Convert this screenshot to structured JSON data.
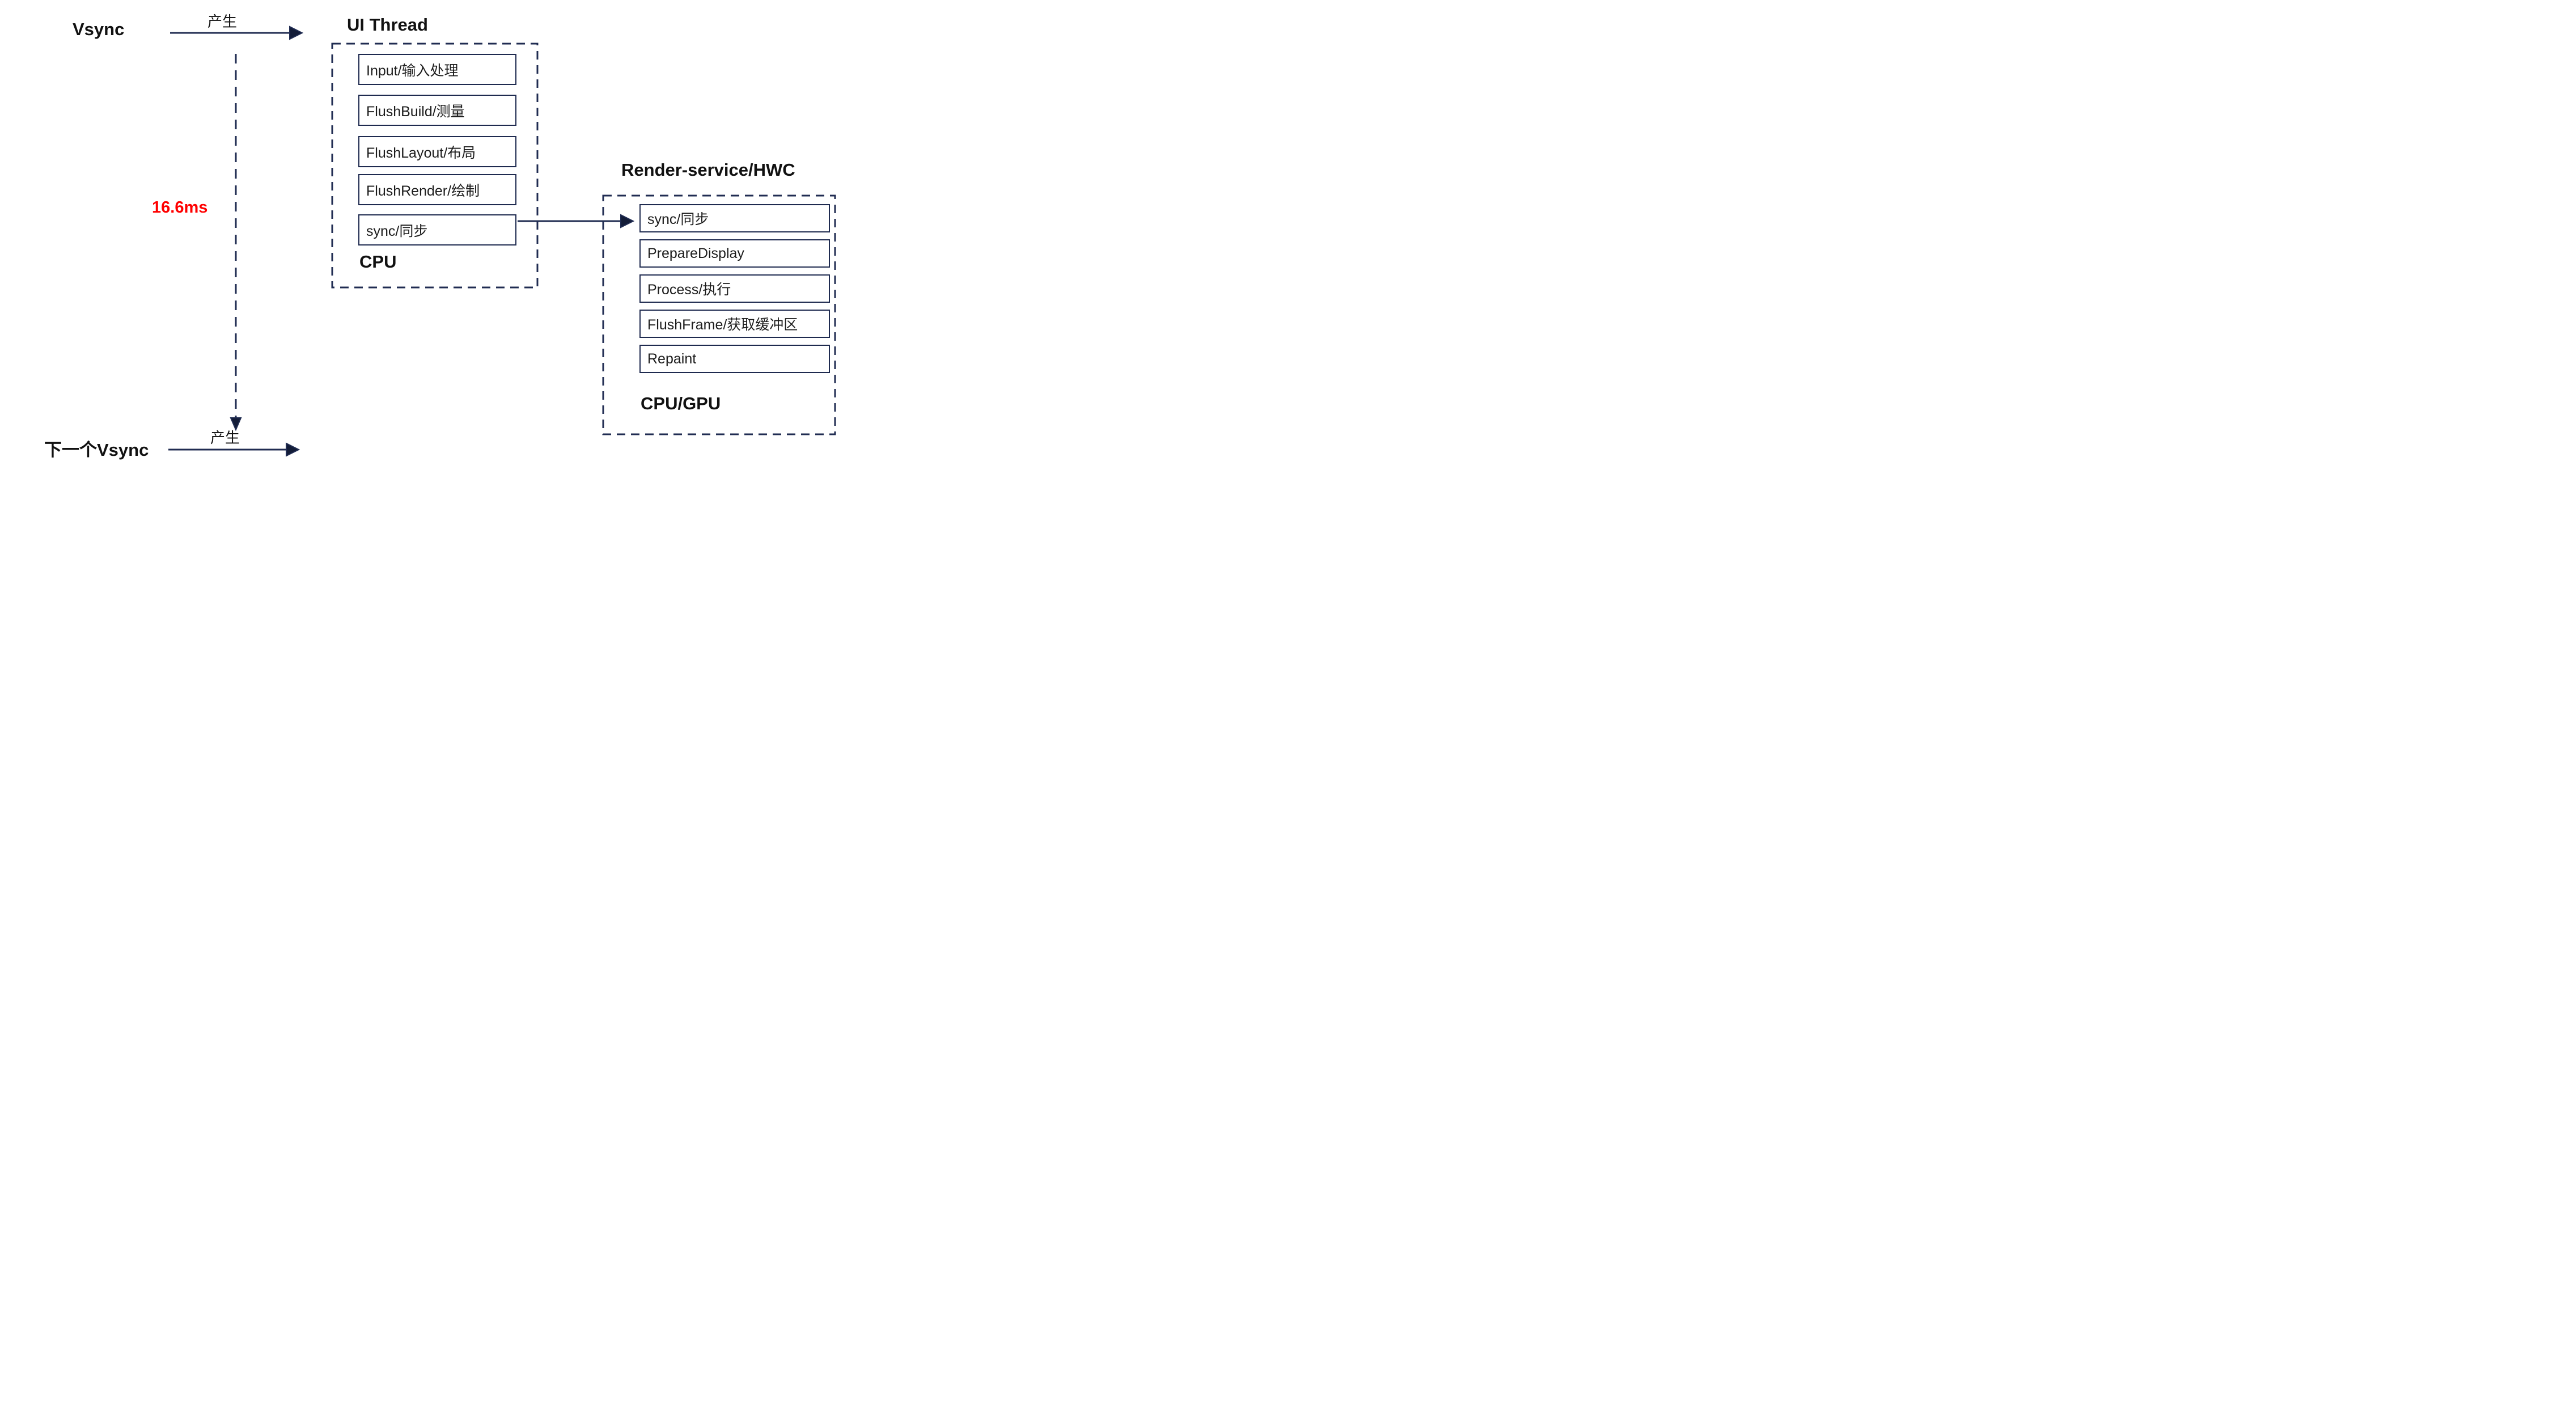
{
  "diagram": {
    "vsync": {
      "label": "Vsync",
      "produce_label": "产生"
    },
    "next_vsync": {
      "label": "下一个Vsync",
      "produce_label": "产生"
    },
    "interval_label": "16.6ms",
    "ui_thread": {
      "title": "UI Thread",
      "steps": [
        "Input/输入处理",
        "FlushBuild/测量",
        "FlushLayout/布局",
        "FlushRender/绘制",
        "sync/同步"
      ],
      "footer": "CPU"
    },
    "render_service": {
      "title": "Render-service/HWC",
      "steps": [
        "sync/同步",
        "PrepareDisplay",
        "Process/执行",
        "FlushFrame/获取缓冲区",
        "Repaint"
      ],
      "footer": "CPU/GPU"
    },
    "colors": {
      "line_navy": "#202c52",
      "box_border_navy": "#1e2a4f",
      "text": "#1a1a1a",
      "interval_red": "#ff0000",
      "background": "#ffffff"
    }
  }
}
